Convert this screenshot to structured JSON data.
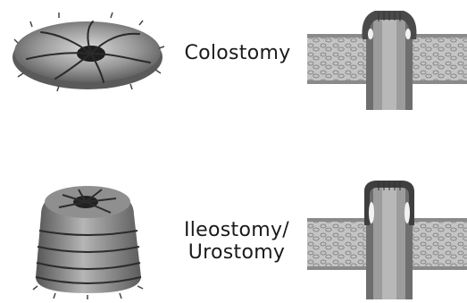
{
  "diagram": {
    "rows": [
      {
        "stoma_icon": "colostomy-stoma-illustration",
        "label_lines": [
          "Colostomy"
        ],
        "cross_section_icon": "colostomy-cross-section-illustration"
      },
      {
        "stoma_icon": "ileostomy-stoma-illustration",
        "label_lines": [
          "Ileostomy/",
          "Urostomy"
        ],
        "cross_section_icon": "ileostomy-cross-section-illustration"
      }
    ],
    "colors": {
      "tissue_dark": "#4a4a4a",
      "tissue_mid": "#8c8c8c",
      "tissue_light": "#c8c8c8",
      "wall_fill": "#bdbdbd"
    }
  }
}
